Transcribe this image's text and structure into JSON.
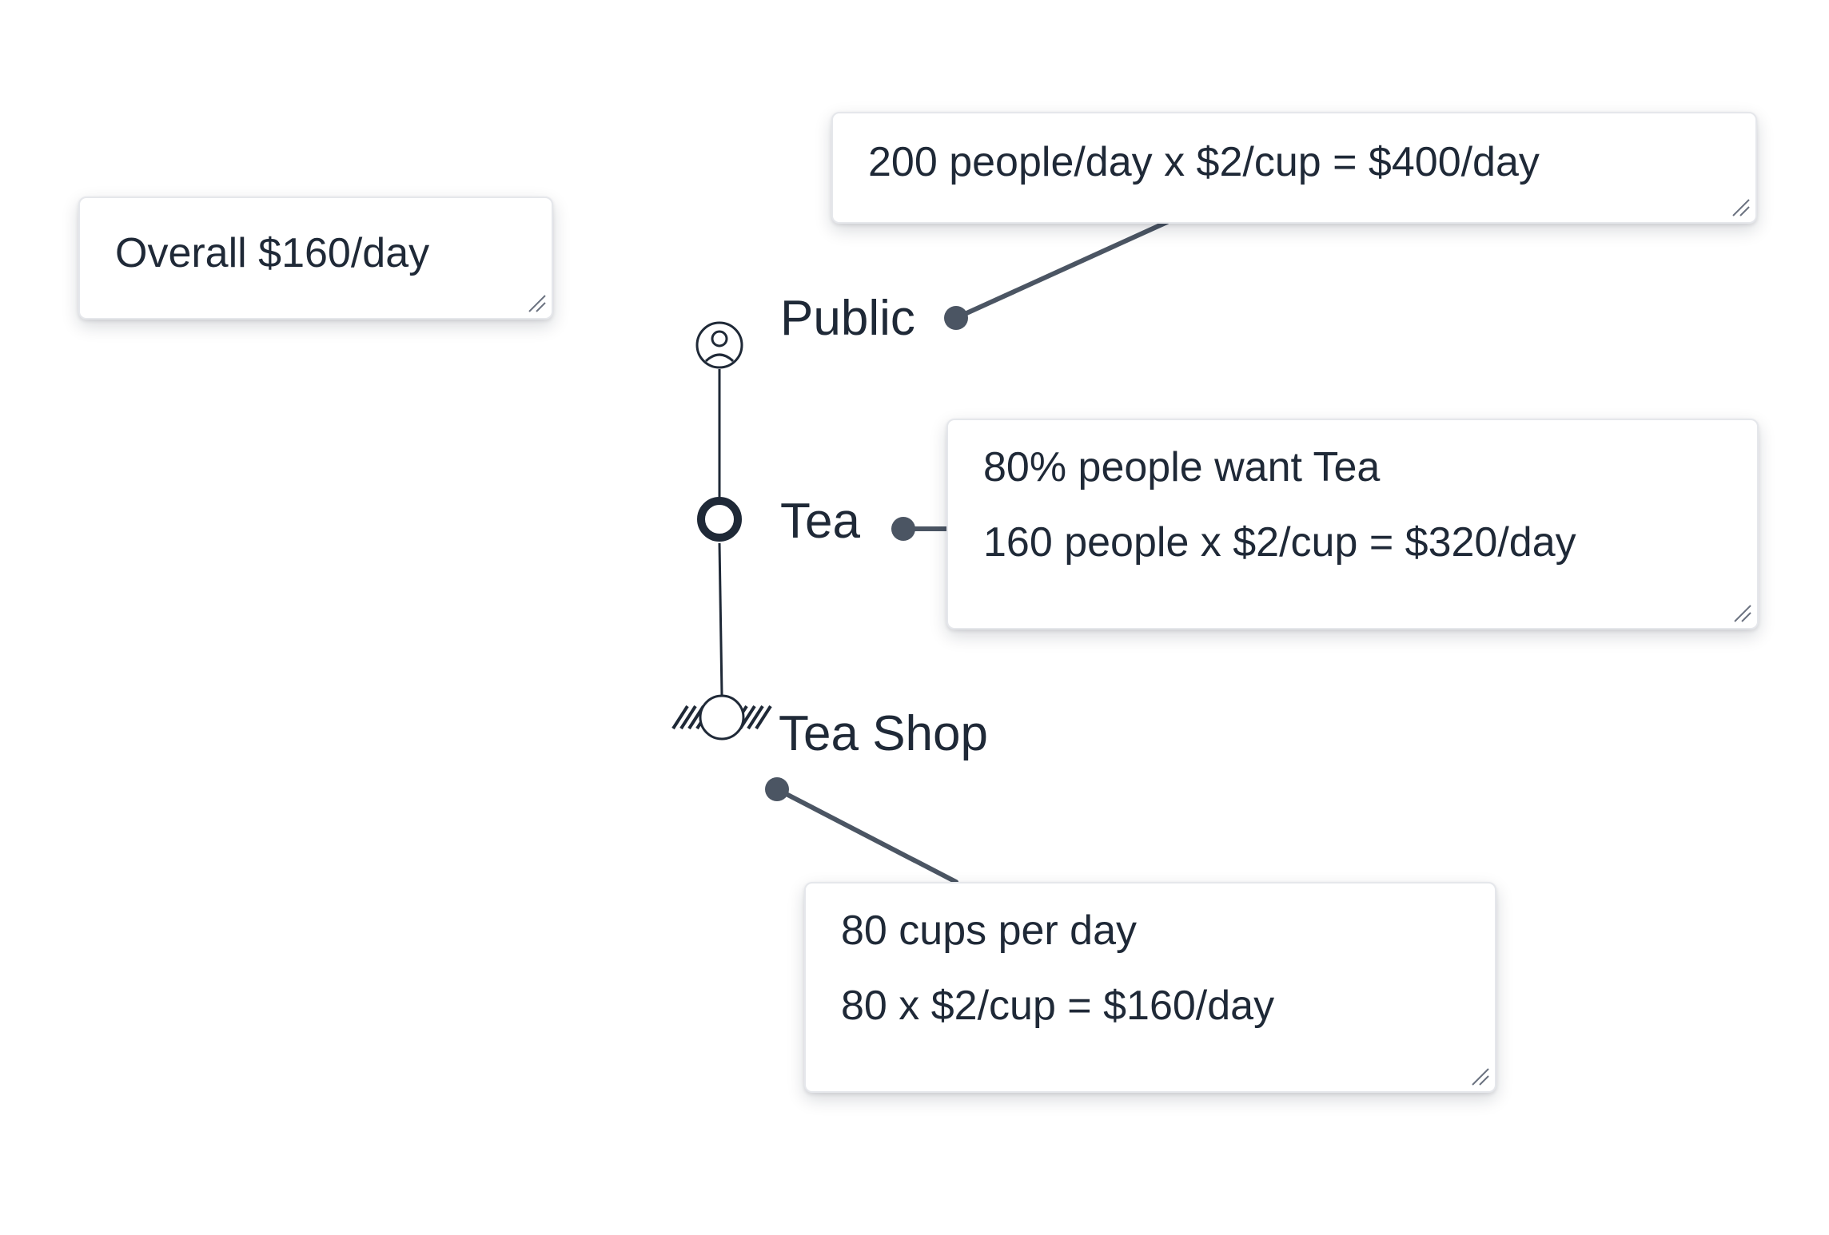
{
  "nodes": {
    "public": {
      "label": "Public",
      "icon": "person-icon"
    },
    "tea": {
      "label": "Tea",
      "icon": "ring-node-icon"
    },
    "tea_shop": {
      "label": "Tea Shop",
      "icon": "ground-circle-icon"
    }
  },
  "notes": {
    "overall": {
      "lines": [
        "Overall $160/day"
      ]
    },
    "public": {
      "lines": [
        "200 people/day x $2/cup = $400/day"
      ]
    },
    "tea": {
      "lines": [
        "80% people want Tea",
        "160 people x $2/cup = $320/day"
      ]
    },
    "tea_shop": {
      "lines": [
        "80 cups per day",
        "80 x $2/cup = $160/day"
      ]
    }
  },
  "colors": {
    "text": "#1f2937",
    "connector": "#4b5563",
    "note_border": "#e5e7eb"
  }
}
